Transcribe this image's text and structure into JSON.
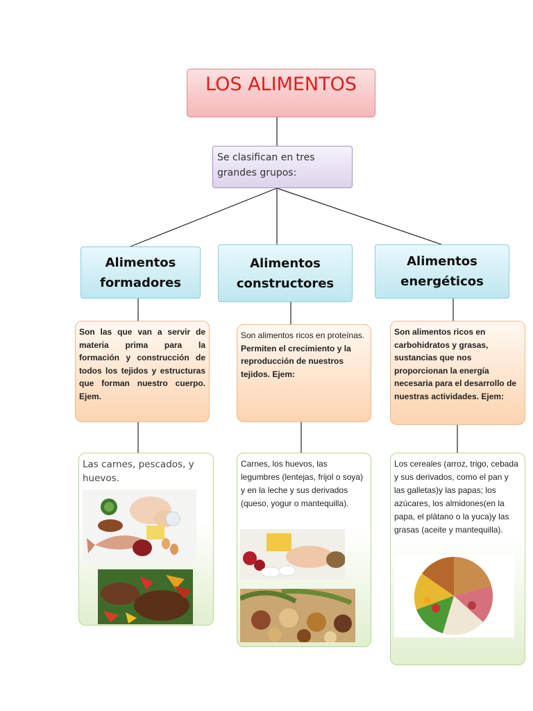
{
  "title": "LOS ALIMENTOS",
  "subtitle": "Se clasifican en tres grandes grupos:",
  "categories": [
    {
      "heading": "Alimentos formadores",
      "description": "Son las que van a servir de materia prima para la formación y construcción de todos los tejidos y estructuras que forman nuestro cuerpo. Ejem.",
      "examples": "Las carnes, pescados, y huevos."
    },
    {
      "heading": "Alimentos constructores",
      "description_normal": "Son alimentos ricos en proteínas.",
      "description_bold": "Permiten el crecimiento y la reproducción de nuestros tejidos. Ejem:",
      "examples": "Carnes, los huevos, las legumbres (lentejas, frijol o soya) y en la leche y sus derivados (queso, yogur o mantequilla)."
    },
    {
      "heading": "Alimentos energéticos",
      "description": "Son alimentos ricos en carbohidratos y grasas, sustancias que nos proporcionan la energía necesaria para el desarrollo de nuestras actividades. Ejem:",
      "examples": "Los cereales (arroz, trigo, cebada y sus derivados, como el pan y las galletas)y las papas; los azúcares, los almidones(en la papa, el plátano o la yuca)y las grasas (aceite y mantequilla)."
    }
  ],
  "colors": {
    "title_text": "#e41b1b",
    "title_bg": "#f4b8b8",
    "category_bg": "#bfe6f0",
    "description_bg": "#fcd4b0",
    "examples_bg": "#e1efcf"
  }
}
